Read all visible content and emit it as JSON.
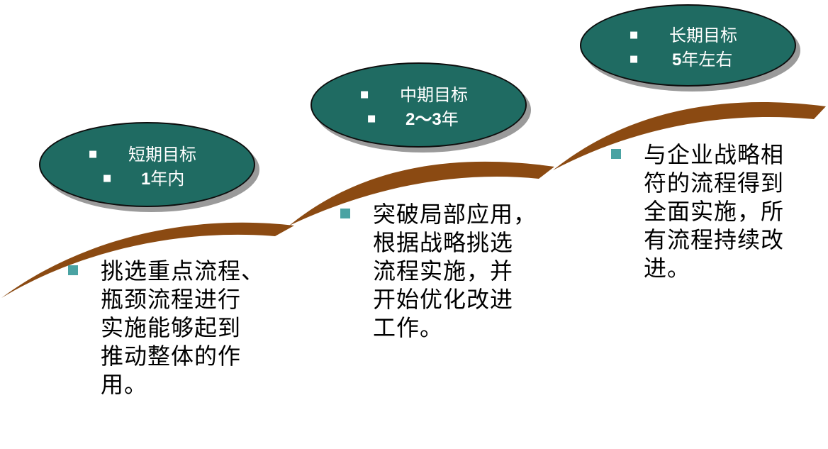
{
  "colors": {
    "ellipse_fill": "#1f6b62",
    "curve": "#8b4a12",
    "bullet": "#4aa3a3"
  },
  "stages": [
    {
      "period_label": "短期目标",
      "timeframe_num": "1",
      "timeframe_suffix": "年内",
      "description": "挑选重点流程、\n瓶颈流程进行\n实施能够起到\n推动整体的作\n用。"
    },
    {
      "period_label": "中期目标",
      "timeframe_num": "2～3",
      "timeframe_suffix": "年",
      "description": "突破局部应用，\n根据战略挑选\n流程实施，并\n开始优化改进\n工作。"
    },
    {
      "period_label": "长期目标",
      "timeframe_num": "5",
      "timeframe_suffix": "年左右",
      "description": "与企业战略相\n符的流程得到\n全面实施，所\n有流程持续改\n进。"
    }
  ],
  "bullet_icon": "square-bullet"
}
